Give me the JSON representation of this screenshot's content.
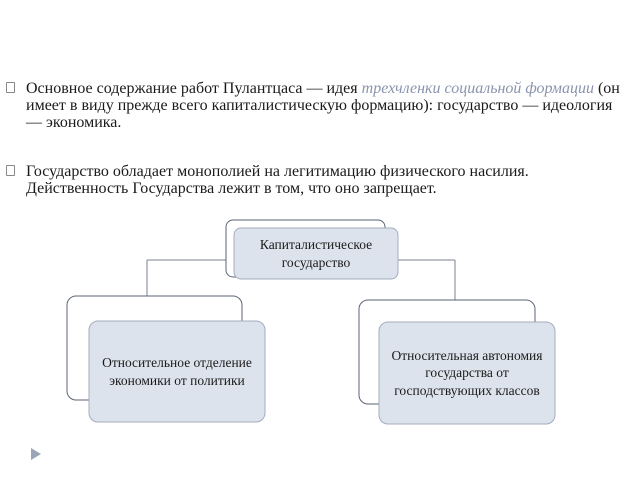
{
  "bullets": [
    {
      "text_a": "Основное содержание работ Пулантцаса — идея ",
      "text_em": "трехчленки социальной формации",
      "text_b": " (он имеет в виду прежде всего капиталистическую формацию): государство — идеология — экономика."
    },
    {
      "text": "Государство обладает монополией на легитимацию физического насилия. Действенность Государства лежит в том, что оно запрещает."
    }
  ],
  "diagram": {
    "top": "Капиталистическое государство",
    "left": "Относительное отделение экономики от политики",
    "right": "Относительная автономия государства от господствующих классов"
  },
  "colors": {
    "box_fill": "#dde3ec",
    "box_stroke": "#a3acbf",
    "frame_stroke": "#5b6475",
    "connector": "#7c8290",
    "accent_text": "#8a94ae"
  },
  "icons": {
    "bullet": "square-outline-bullet-icon",
    "nav": "play-arrow-icon"
  }
}
